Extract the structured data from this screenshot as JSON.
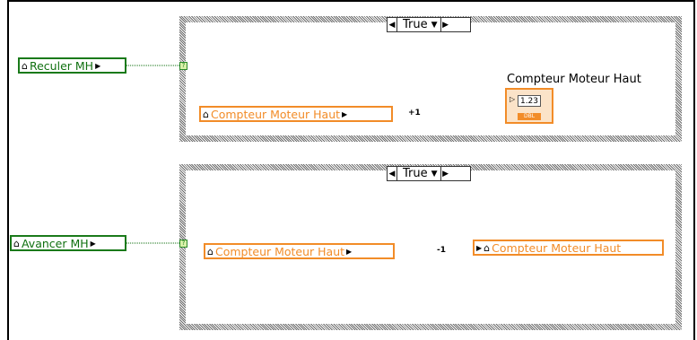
{
  "case_structure_1": {
    "selector_label": "True",
    "input_control": "Reculer MH",
    "local_variable": "Compteur Moteur Haut",
    "increment_label": "+1",
    "indicator_label": "Compteur Moteur Haut",
    "indicator_value": "1.23",
    "indicator_type": "DBL"
  },
  "case_structure_2": {
    "selector_label": "True",
    "input_control": "Avancer MH",
    "local_variable_read": "Compteur Moteur Haut",
    "decrement_label": "-1",
    "local_variable_write": "Compteur Moteur Haut"
  },
  "colors": {
    "boolean_wire": "#107010",
    "numeric_wire": "#f28c28",
    "case_border": "#8c8c8c"
  }
}
